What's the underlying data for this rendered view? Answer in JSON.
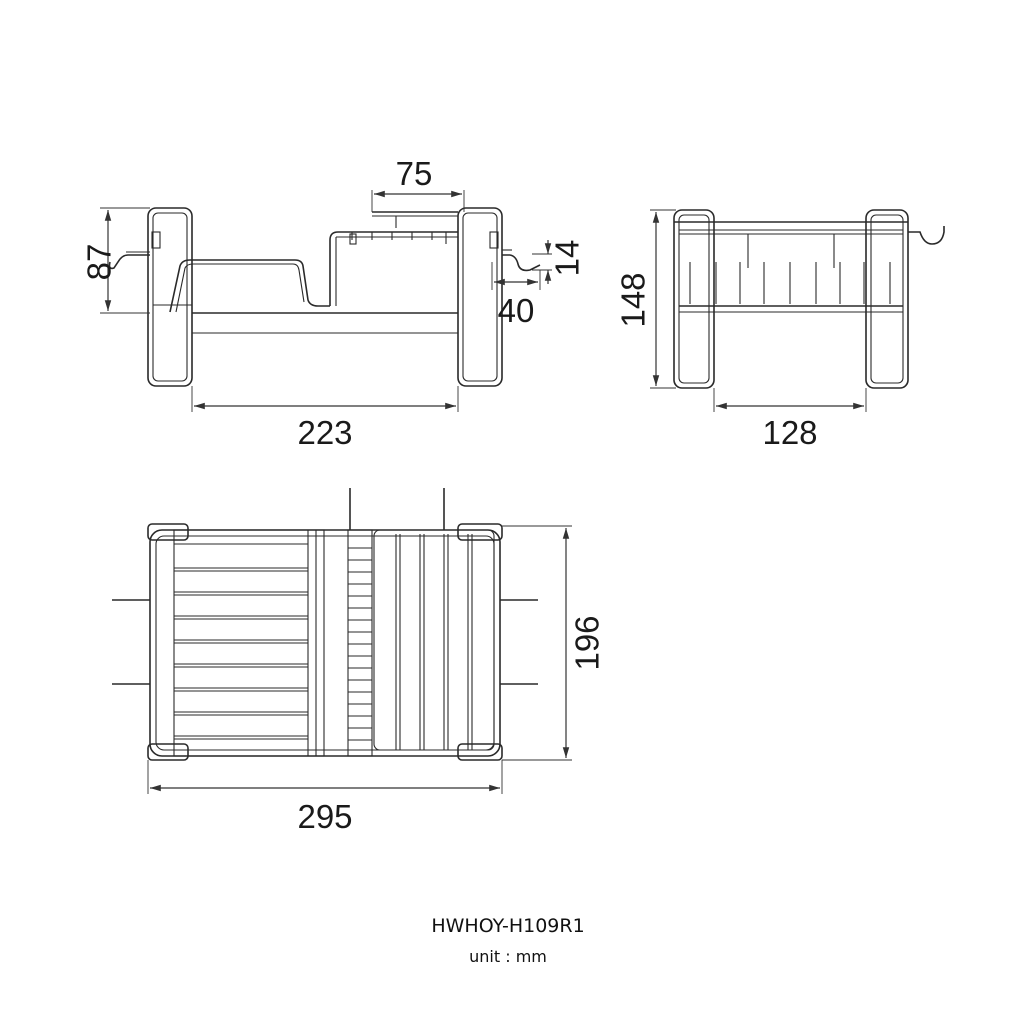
{
  "dimensions": {
    "side_height": "87",
    "top_shelf_width": "75",
    "hook_height": "14",
    "hook_length": "40",
    "side_length": "223",
    "end_height": "148",
    "end_width": "128",
    "plan_depth": "196",
    "plan_length": "295"
  },
  "caption": {
    "model": "HWHOY-H109R1",
    "unit": "unit : mm"
  }
}
